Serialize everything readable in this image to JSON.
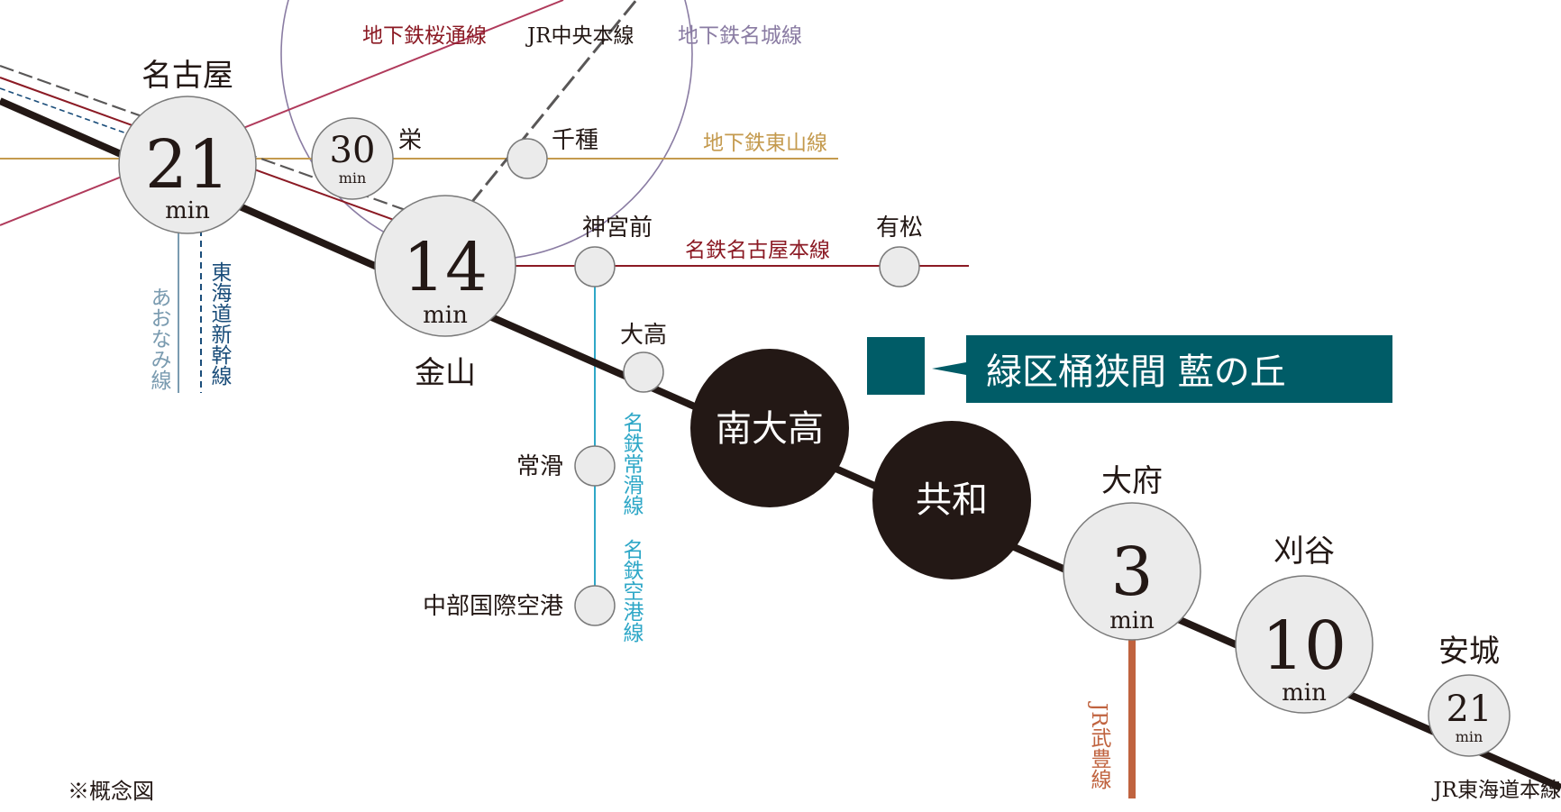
{
  "destination": {
    "name": "緑区桶狭間 藍の丘",
    "color": "#005c67"
  },
  "colors": {
    "main_line": "#231815",
    "meitetsu_nagoya": "#8b1a24",
    "sakuradori": "#b03a5b",
    "meijo": "#8a7ca3",
    "higashiyama": "#c49a4e",
    "jr_chuo": "#595757",
    "aonami": "#7a9bb0",
    "shinkansen": "#1a4d7a",
    "tokoname": "#2ea7c7",
    "taketoyo": "#c0633f",
    "circle_fill": "#ebebeb",
    "circle_stroke": "#7a7a7a"
  },
  "lines": {
    "sakuradori": "地下鉄桜通線",
    "jr_chuo": "JR中央本線",
    "meijo": "地下鉄名城線",
    "higashiyama": "地下鉄東山線",
    "meitetsu_nagoya": "名鉄名古屋本線",
    "aonami": "あおなみ線",
    "shinkansen": "東海道新幹線",
    "tokoname": "名鉄常滑線",
    "kuko": "名鉄空港線",
    "taketoyo": "JR武豊線",
    "tokaido": "JR東海道本線"
  },
  "stations": {
    "nagoya": {
      "name": "名古屋",
      "minutes": "21",
      "unit": "min"
    },
    "sakae": {
      "name": "栄",
      "minutes": "30",
      "unit": "min"
    },
    "chikusa": {
      "name": "千種"
    },
    "kanayama": {
      "name": "金山",
      "minutes": "14",
      "unit": "min"
    },
    "jingumae": {
      "name": "神宮前"
    },
    "arimatsu": {
      "name": "有松"
    },
    "odaka": {
      "name": "大高"
    },
    "minamiodaka": {
      "name": "南大高"
    },
    "kyowa": {
      "name": "共和"
    },
    "tokoname": {
      "name": "常滑"
    },
    "chubu_airport": {
      "name": "中部国際空港"
    },
    "obu": {
      "name": "大府",
      "minutes": "3",
      "unit": "min"
    },
    "kariya": {
      "name": "刈谷",
      "minutes": "10",
      "unit": "min"
    },
    "anjo": {
      "name": "安城",
      "minutes": "21",
      "unit": "min"
    }
  },
  "note": "※概念図"
}
